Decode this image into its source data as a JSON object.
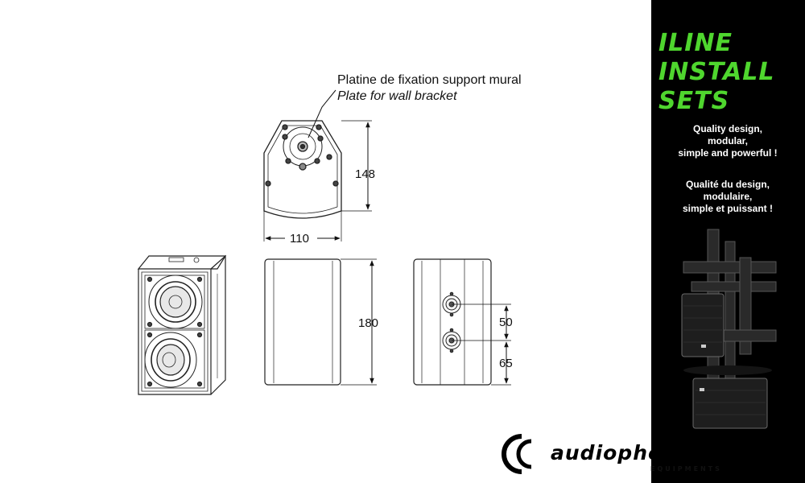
{
  "panel": {
    "title_lines": [
      "ILINE",
      "INSTALL",
      "SETS"
    ],
    "tagline_en": [
      "Quality design,",
      "modular,",
      "simple and powerful !"
    ],
    "tagline_fr": [
      "Qualité du design,",
      "modulaire,",
      "simple et puissant !"
    ],
    "background": "#000000",
    "title_color": "#4fd62e",
    "text_color": "#ffffff"
  },
  "callout": {
    "label_fr": "Platine de fixation support mural",
    "label_en": "Plate for wall bracket"
  },
  "dimensions": {
    "bracket_height": "148",
    "bracket_width": "110",
    "cabinet_height": "180",
    "connector_spacing": "50",
    "connector_bottom": "65"
  },
  "brand": {
    "name": "audiophony",
    "subtitle": "EQUIPMENTS"
  }
}
